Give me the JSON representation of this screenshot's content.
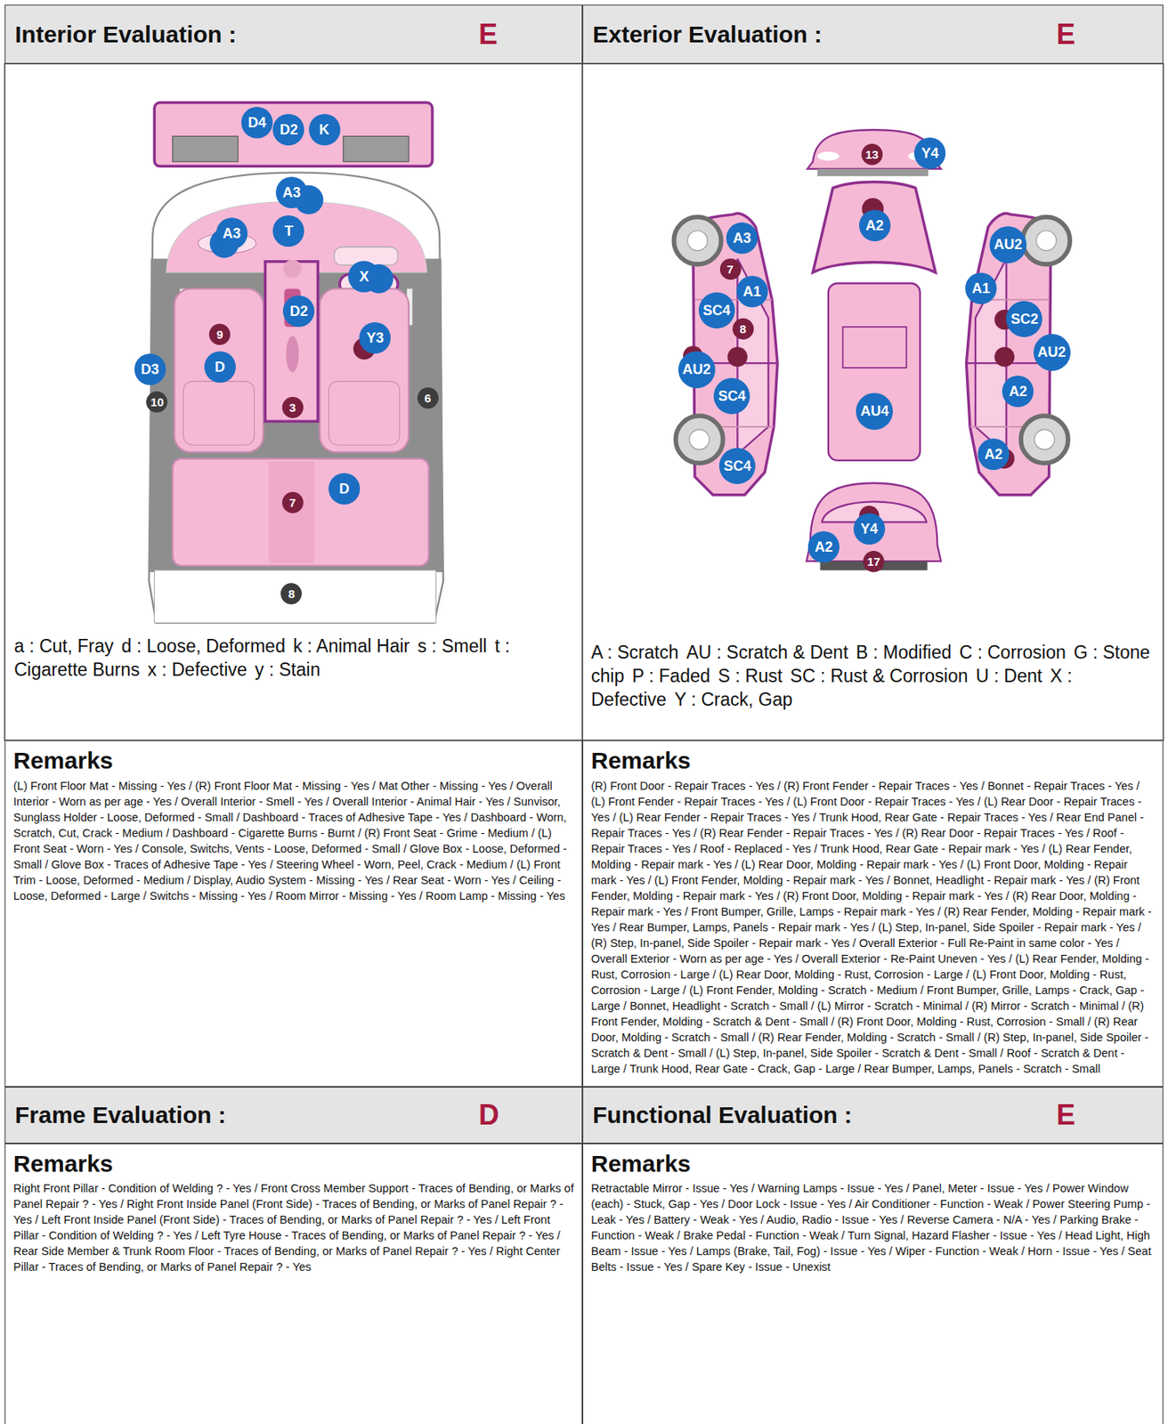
{
  "diagram": {
    "nodes": [
      {
        "text": [
          "Interior Evaluation :",
          "E"
        ]
      },
      {
        "text": [
          "Exterior Evaluation :",
          "E"
        ]
      },
      {
        "text": [
          "Remarks",
          "(L) Front Floor Mat - Missing - Yes / (R) Front Floor Mat - Missing - Yes / Mat Other - Missing - Yes / Overall Interior - Worn as per age - Yes / Overall Interior - Smell - Yes / Overall Interior - Animal Hair - Yes / Sunvisor, Sunglass Holder - Loose, Deformed - Small / Dashboard - Traces of Adhesive Tape - Yes / Dashboard - Worn, Scratch, Cut, Crack - Medium / Dashboard - Cigarette Burns - Burnt / (R) Front Seat - Grime - Medium / (L) Front Seat - Worn - Yes / Console, Switchs, Vents - Loose, Deformed - Small / Glove Box - Loose, Deformed - Small / Glove Box - Traces of Adhesive Tape - Yes / Steering Wheel - Worn, Peel, Crack - Medium / (L) Front Trim - Loose, Deformed - Medium / Display, Audio System - Missing - Yes / Rear Seat - Worn - Yes / Ceiling - Loose, Deformed - Large / Switchs - Missing - Yes / Room Mirror - Missing - Yes / Room Lamp - Missing - Yes"
        ]
      },
      {
        "text": [
          "Remarks",
          "(R) Front Door - Repair Traces - Yes / (R) Front Fender - Repair Traces - Yes / Bonnet - Repair Traces - Yes / (L) Front Fender - Repair Traces - Yes / (L) Front Door - Repair Traces - Yes / (L) Rear Door - Repair Traces - Yes / (L) Rear Fender - Repair Traces - Yes / Trunk Hood, Rear Gate - Repair Traces - Yes / Rear End Panel - Repair Traces - Yes / (R) Rear Fender - Repair Traces - Yes / (R) Rear Door - Repair Traces - Yes / Roof - Repair Traces - Yes / Roof - Replaced - Yes / Trunk Hood, Rear Gate - Repair mark - Yes / (L) Rear Fender, Molding - Repair mark - Yes / (L) Rear Door, Molding - Repair mark - Yes / (L) Front Door, Molding - Repair mark - Yes / (L) Front Fender, Molding - Repair mark - Yes / Bonnet, Headlight - Repair mark - Yes / (R) Front Fender, Molding - Repair mark - Yes / (R) Front Door, Molding - Repair mark - Yes / (R) Rear Door, Molding - Repair mark - Yes / Front Bumper, Grille, Lamps - Repair mark - Yes / (R) Rear Fender, Molding - Repair mark - Yes / Rear Bumper, Lamps, Panels - Repair mark - Yes / (L) Step, In-panel, Side Spoiler - Repair mark - Yes / (R) Step, In-panel, Side Spoiler - Repair mark - Yes / Overall Exterior - Full Re-Paint in same color - Yes / Overall Exterior - Worn as per age - Yes / Overall Exterior - Re-Paint Uneven - Yes / (L) Rear Fender, Molding - Rust, Corrosion - Large / (L) Rear Door, Molding - Rust, Corrosion - Large / (L) Front Door, Molding - Rust, Corrosion - Large / (L) Front Fender, Molding - Scratch - Medium / Front Bumper, Grille, Lamps - Crack, Gap - Large / Bonnet, Headlight - Scratch - Small / (L) Mirror - Scratch - Minimal / (R) Mirror - Scratch - Minimal / (R) Front Fender, Molding - Scratch & Dent - Small / (R) Front Door, Molding - Rust, Corrosion - Small / (R) Rear Door, Molding - Scratch - Small / (R) Rear Fender, Molding - Scratch - Small / (R) Step, In-panel, Side Spoiler - Scratch & Dent - Small / (L) Step, In-panel, Side Spoiler - Scratch & Dent - Small / Roof - Scratch & Dent - Large / Trunk Hood, Rear Gate - Crack, Gap - Large / Rear Bumper, Lamps, Panels - Scratch - Small"
        ]
      },
      {
        "text": [
          "Frame Evaluation :",
          "D"
        ]
      },
      {
        "text": [
          "Functional Evaluation :",
          "E"
        ]
      },
      {
        "text": [
          "Remarks",
          "Right Front Pillar - Condition of Welding ? - Yes / Front Cross Member Support - Traces of Bending, or Marks of Panel Repair ? - Yes / Right Front Inside Panel (Front Side) - Traces of Bending, or Marks of Panel Repair ? - Yes / Left Front Inside Panel (Front Side) - Traces of Bending, or Marks of Panel Repair ? - Yes / Left Front Pillar - Condition of Welding ? - Yes / Left Tyre House - Traces of Bending, or Marks of Panel Repair ? - Yes / Rear Side Member & Trunk Room Floor - Traces of Bending, or Marks of Panel Repair ? - Yes / Right Center Pillar - Traces of Bending, or Marks of Panel Repair ? - Yes"
        ]
      },
      {
        "text": [
          "Remarks",
          "Retractable Mirror - Issue - Yes / Warning Lamps - Issue - Yes / Panel, Meter - Issue - Yes / Power Window (each) - Stuck, Gap - Yes / Door Lock - Issue - Yes / Air Conditioner - Function - Weak / Power Steering Pump - Leak - Yes / Battery - Weak - Yes / Audio, Radio - Issue - Yes / Reverse Camera - N/A - Yes / Parking Brake - Function - Weak / Brake Pedal - Function - Weak / Turn Signal, Hazard Flasher - Issue - Yes / Head Light, High Beam - Issue - Yes / Lamps (Brake, Tail, Fog) - Issue - Yes / Wiper - Function - Weak / Horn - Issue - Yes / Seat Belts - Issue - Yes / Spare Key - Issue - Unexist"
        ]
      }
    ],
    "labels": [
      "D4",
      "D2",
      "K",
      "A3",
      "T",
      "A3",
      "X",
      "D2",
      "9",
      "Y3",
      "D3",
      "D",
      "10",
      "6",
      "3",
      "D",
      "7",
      "8",
      "13",
      "Y4",
      "A2",
      "A3",
      "7",
      "AU2",
      "A1",
      "A1",
      "SC4",
      "8",
      "SC2",
      "AU2",
      "AU2",
      "A2",
      "SC4",
      "AU4",
      "A2",
      "SC4",
      "Y4",
      "A2",
      "17"
    ],
    "legend": [
      {
        "text": "a : Cut, Fray"
      },
      {
        "text": "d : Loose, Deformed"
      },
      {
        "text": "k : Animal Hair"
      },
      {
        "text": "s : Smell"
      },
      {
        "text": "t : Cigarette Burns"
      },
      {
        "text": "x : Defective"
      },
      {
        "text": "y : Stain"
      },
      {
        "text": "A : Scratch"
      },
      {
        "text": "AU : Scratch & Dent"
      },
      {
        "text": "B : Modified"
      },
      {
        "text": "C : Corrosion"
      },
      {
        "text": "G : Stone chip"
      },
      {
        "text": "P : Faded"
      },
      {
        "text": "S : Rust"
      },
      {
        "text": "SC : Rust & Corrosion"
      },
      {
        "text": "U : Dent"
      },
      {
        "text": "X : Defective"
      },
      {
        "text": "Y : Crack, Gap"
      }
    ]
  }
}
